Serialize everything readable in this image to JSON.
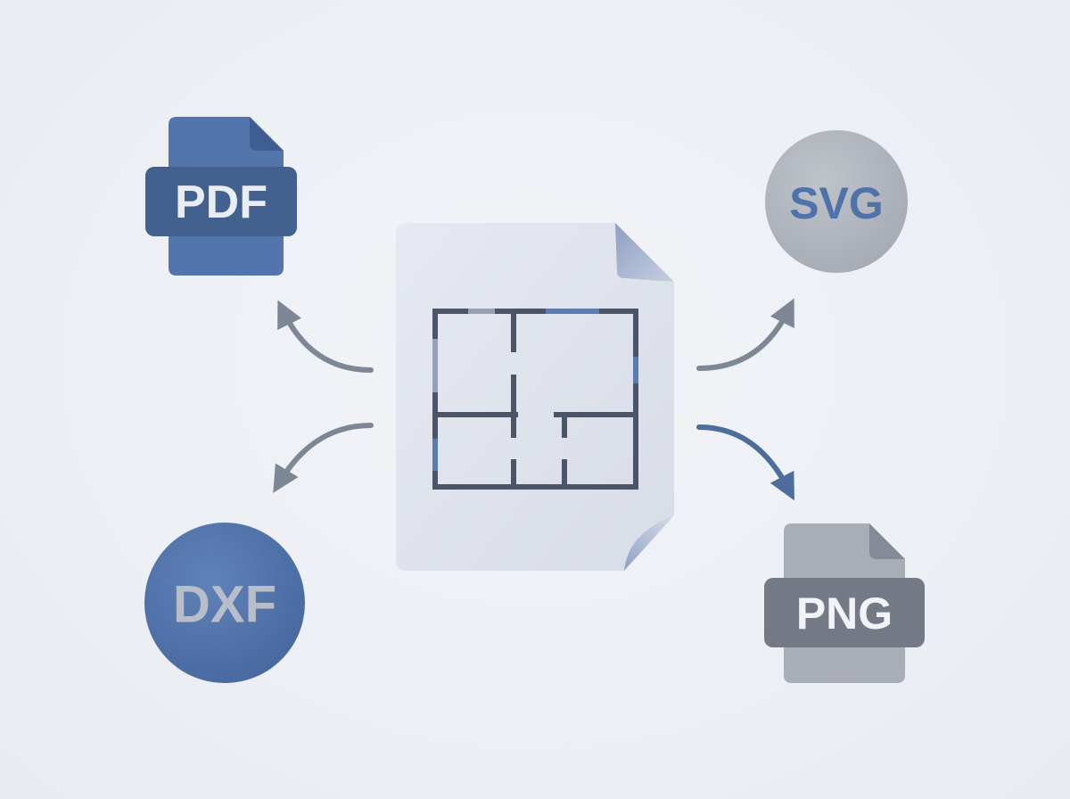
{
  "formats": {
    "pdf": {
      "label": "PDF"
    },
    "svg": {
      "label": "SVG"
    },
    "dxf": {
      "label": "DXF"
    },
    "png": {
      "label": "PNG"
    }
  },
  "colors": {
    "background": "#eceff4",
    "blue": "#4f72a8",
    "blue_dark": "#3e5f92",
    "gray": "#a9aeb7",
    "gray_dark": "#7c838f",
    "arrow_gray": "#7d8796",
    "arrow_blue": "#4d6d9c",
    "page": "#e1e5ee",
    "plan_lines": "#4b5568"
  },
  "icons": {
    "center": "floor-plan-document-icon",
    "pdf": "pdf-file-icon",
    "svg": "svg-circle-badge-icon",
    "dxf": "dxf-circle-badge-icon",
    "png": "png-file-icon"
  }
}
